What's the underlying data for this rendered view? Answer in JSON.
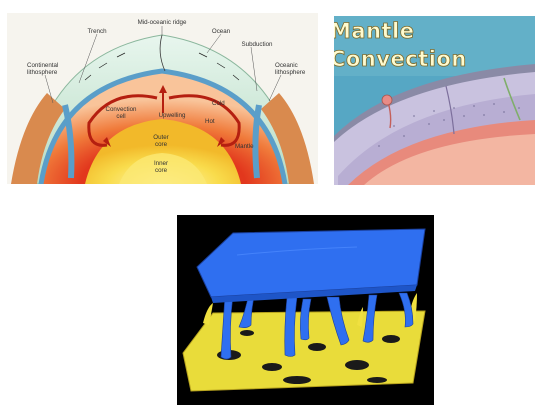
{
  "diagram1": {
    "labels": {
      "trench": "Trench",
      "ridge": "Mid-oceanic ridge",
      "ocean": "Ocean",
      "subduction": "Subduction",
      "continental_1": "Continental",
      "continental_2": "lithosphere",
      "oceanic_1": "Oceanic",
      "oceanic_2": "lithosphere",
      "convection_1": "Convection",
      "convection_2": "cell",
      "upwelling": "Upwelling",
      "cold": "Cold",
      "hot": "Hot",
      "mantle": "Mantle",
      "outer_1": "Outer",
      "outer_2": "core",
      "inner_1": "Inner",
      "inner_2": "core"
    }
  },
  "diagram2": {
    "title_line1": "Mantle",
    "title_line2": "Convection"
  },
  "colors": {
    "core": "#f7d23c",
    "mantle_hot": "#d63a12",
    "ocean": "#bfe3da",
    "panel2_bg": "#56a7c4",
    "slab": "#2f6ff0",
    "plume_base": "#f2e23a"
  }
}
